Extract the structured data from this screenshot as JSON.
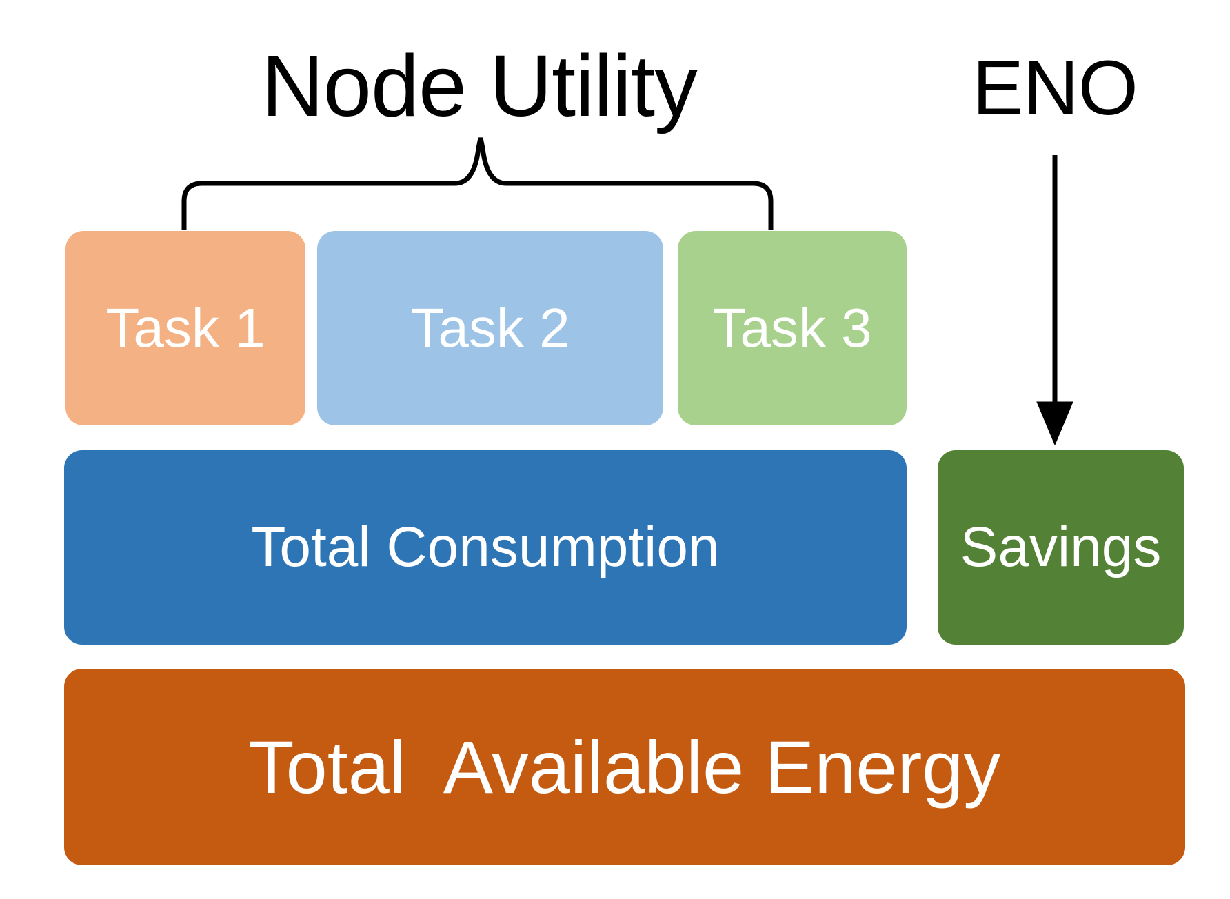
{
  "diagram": {
    "title": "Node Utility",
    "eno_label": "ENO",
    "tasks": [
      {
        "label": "Task 1"
      },
      {
        "label": "Task 2"
      },
      {
        "label": "Task 3"
      }
    ],
    "consumption_label": "Total Consumption",
    "savings_label": "Savings",
    "available_label": "Total  Available Energy",
    "colors": {
      "task1": "#F4B183",
      "task2": "#9DC3E6",
      "task3": "#A9D18E",
      "consumption": "#2E75B6",
      "savings": "#538135",
      "available": "#C55A11",
      "line": "#000000",
      "box_text": "#FFFFFF",
      "heading_text": "#000000"
    }
  }
}
